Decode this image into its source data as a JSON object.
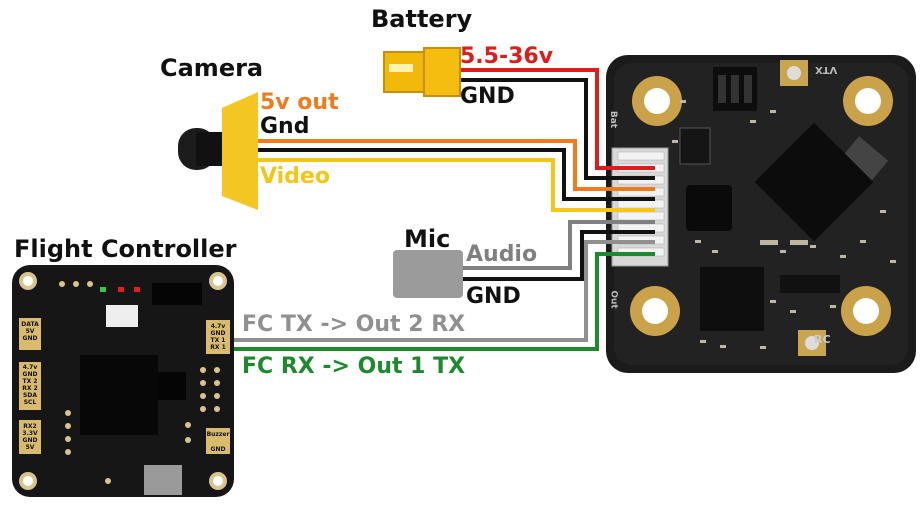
{
  "titles": {
    "battery": "Battery",
    "camera": "Camera",
    "mic": "Mic",
    "flight_controller": "Flight Controller"
  },
  "wire_labels": {
    "battery_power": "5.5-36v",
    "battery_gnd": "GND",
    "camera_power": "5v out",
    "camera_gnd": "Gnd",
    "camera_video": "Video",
    "mic_audio": "Audio",
    "mic_gnd": "GND",
    "fc_tx": "FC TX -> Out 2 RX",
    "fc_rx": "FC RX -> Out 1 TX"
  },
  "board_silkscreen": {
    "vtx": "VTX",
    "rc": "RC",
    "bat": "Bat",
    "out": "Out"
  },
  "fc_pads": {
    "top_left": "DATA\n5V\nGND",
    "right": "4.7v\nGND\nTX 1\nRX 1",
    "left_mid": "4.7v\nGND\nTX 2\nRX 2\nSDA\nSCL",
    "left_bottom": "RX2\n3.3V\nGND\n5V",
    "buzzer": "Buzzer",
    "buzzer_gnd": "GND"
  },
  "colors": {
    "power": "#e01b1b",
    "ground": "#111111",
    "camera_power": "#f07b1a",
    "video": "#f5c518",
    "audio": "#808080",
    "fc_rx": "#1e8a2e"
  }
}
